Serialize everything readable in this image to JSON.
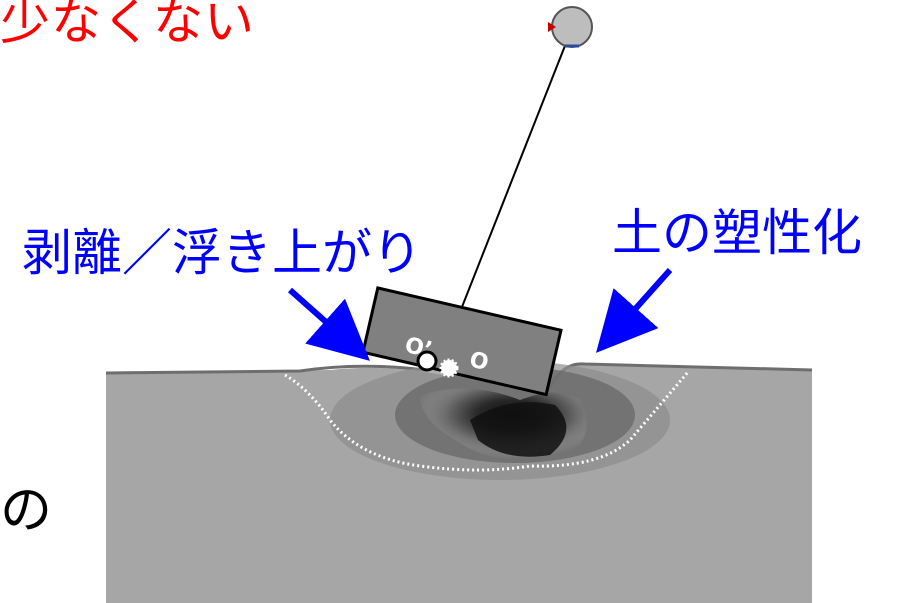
{
  "heading_fragment": "少なくない",
  "label_left": "剥離／浮き上がり",
  "label_right": "土の塑性化",
  "side_fragment": "の",
  "block_labels": {
    "rotated_center": "O’",
    "original_center": "O"
  },
  "colors": {
    "heading": "#ff0000",
    "labels": "#0000ff",
    "arrows": "#0000ff",
    "soil": "#a6a6a6",
    "block": "#808080"
  }
}
